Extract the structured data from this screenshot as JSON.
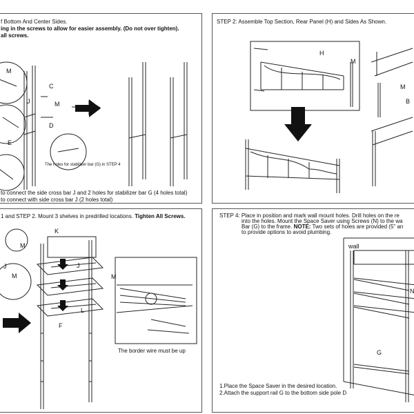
{
  "step1": {
    "line1": "f Bottom And Center Sides.",
    "line2": "ing in the screws to allow for easier assembly. (Do not over tighten).",
    "line3": "all screws.",
    "stabilizer_note": "The holes for stabilizer bar (G) in STEP 4",
    "foot1": "to connect the side cross bar J and 2 holes for stabilizer bar G (4 holes total)",
    "foot2": "to connect with side cross bar J (2 holes total)",
    "labels": {
      "m1": "M",
      "c": "C",
      "j": "J",
      "m2": "M",
      "d": "D",
      "e": "E"
    }
  },
  "step2": {
    "title": "STEP 2: Assemble Top Section, Rear Panel (H) and Sides As Shown.",
    "labels": {
      "h": "H",
      "m1": "M",
      "m2": "M",
      "b": "B"
    }
  },
  "step3": {
    "title_plain": "1 and STEP 2. Mount 3 shelves in predrilled locations. ",
    "title_bold": "Tighten All Screws.",
    "border_note": "The border wire must be up",
    "labels": {
      "k": "K",
      "m1": "M",
      "j1": "J",
      "m2": "M",
      "j2": "J",
      "m3": "M",
      "l": "L",
      "f": "F"
    }
  },
  "step4": {
    "line1": "STEP 4: Place in position and mark wall mount holes. Drill holes on the re",
    "line2": "into the holes. Mount the Space Saver using Screws (N) to the wa",
    "line3_a": "Bar (G) to the frame. ",
    "line3_bold": "NOTE:",
    "line3_b": " Two sets of holes are provided (5\" an",
    "line4": "to provide options to avoid plumbing.",
    "wall_label": "wall",
    "labels": {
      "n": "N",
      "g": "G"
    },
    "note1": "1.Place the Space Saver in the desired location.",
    "note2": "2.Attach the support rail G to the bottom side pole D"
  }
}
